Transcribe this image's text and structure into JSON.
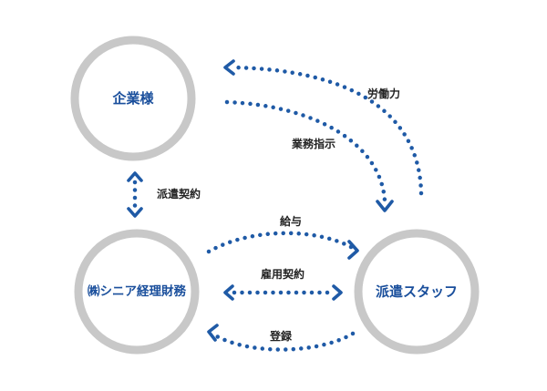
{
  "nodes": {
    "company": "企業様",
    "senior": "㈱シニア経理財務",
    "staff": "派遣スタッフ"
  },
  "edges": {
    "labor": "労働力",
    "instruction": "業務指示",
    "dispatch_contract": "派遣契約",
    "salary": "給与",
    "employment_contract": "雇用契約",
    "registration": "登録"
  },
  "colors": {
    "accent": "#1f5aa6",
    "node_text": "#1a4f9c",
    "node_border": "#c8c8c8"
  }
}
